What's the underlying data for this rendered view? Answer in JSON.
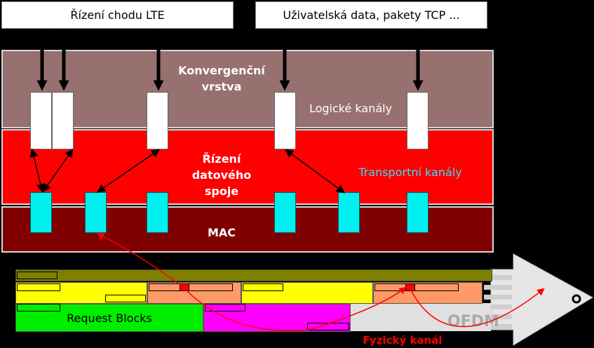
{
  "labels": {
    "top_left": "Řízení chodu LTE",
    "top_right": "Uživatelská data, pakety TCP ...",
    "convergence_line1": "Konvergenční",
    "convergence_line2": "vrstva",
    "logical_channels": "Logické kanály",
    "datalink_line1": "Řízení",
    "datalink_line2": "datového",
    "datalink_line3": "spoje",
    "transport_channels": "Transportní kanály",
    "mac": "MAC",
    "request_blocks": "Request Blocks",
    "ofdm": "OFDM",
    "physical_channel": "Fyzický kanál"
  },
  "colors": {
    "convergence_layer": "#977070",
    "datalink_layer": "#ff0000",
    "mac_layer": "#800000",
    "transport_text": "#33ddff",
    "physical_text": "#ff0000",
    "olive_band": "#808000",
    "yellow_block": "#ffff00",
    "orange_block": "#ff9966",
    "green_block": "#00ee00",
    "magenta_block": "#ff00ff",
    "cyan_channel": "#00f0f0"
  }
}
